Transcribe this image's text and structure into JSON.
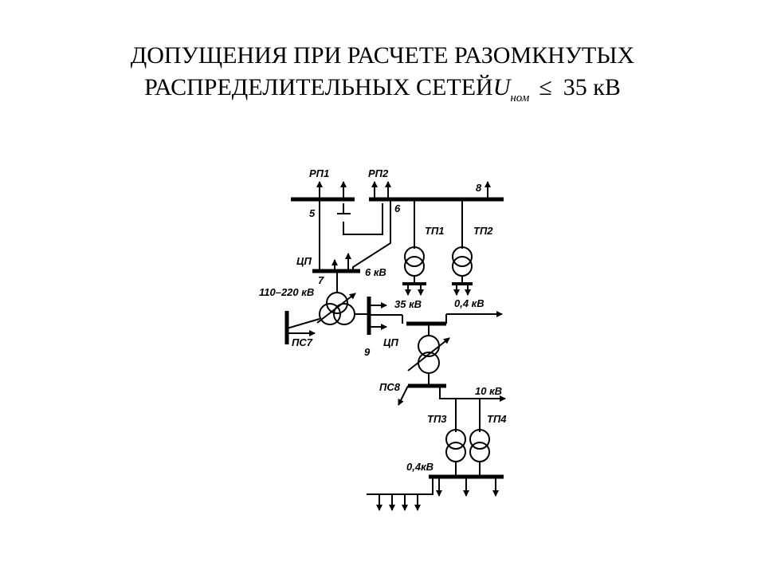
{
  "slide": {
    "title_line1": "ДОПУЩЕНИЯ ПРИ РАСЧЕТЕ РАЗОМКНУТЫХ",
    "title_line2": "РАСПРЕДЕЛИТЕЛЬНЫХ СЕТЕЙ",
    "u_symbol": "U",
    "u_subscript": "ном",
    "le_symbol": "≤",
    "voltage": "35 кВ"
  },
  "diagram": {
    "labels": {
      "rp1": "РП1",
      "rp2": "РП2",
      "n8": "8",
      "n5": "5",
      "n6": "6",
      "tp1": "ТП1",
      "tp2": "ТП2",
      "cp_top": "ЦП",
      "n7": "7",
      "kv6": "6 кВ",
      "kv110": "110–220 кВ",
      "kv35": "35 кВ",
      "kv04a": "0,4 кВ",
      "ps7": "ПС7",
      "n9": "9",
      "cp_mid": "ЦП",
      "ps8": "ПС8",
      "kv10": "10 кВ",
      "tp3": "ТП3",
      "tp4": "ТП4",
      "kv04b": "0,4кВ"
    }
  }
}
